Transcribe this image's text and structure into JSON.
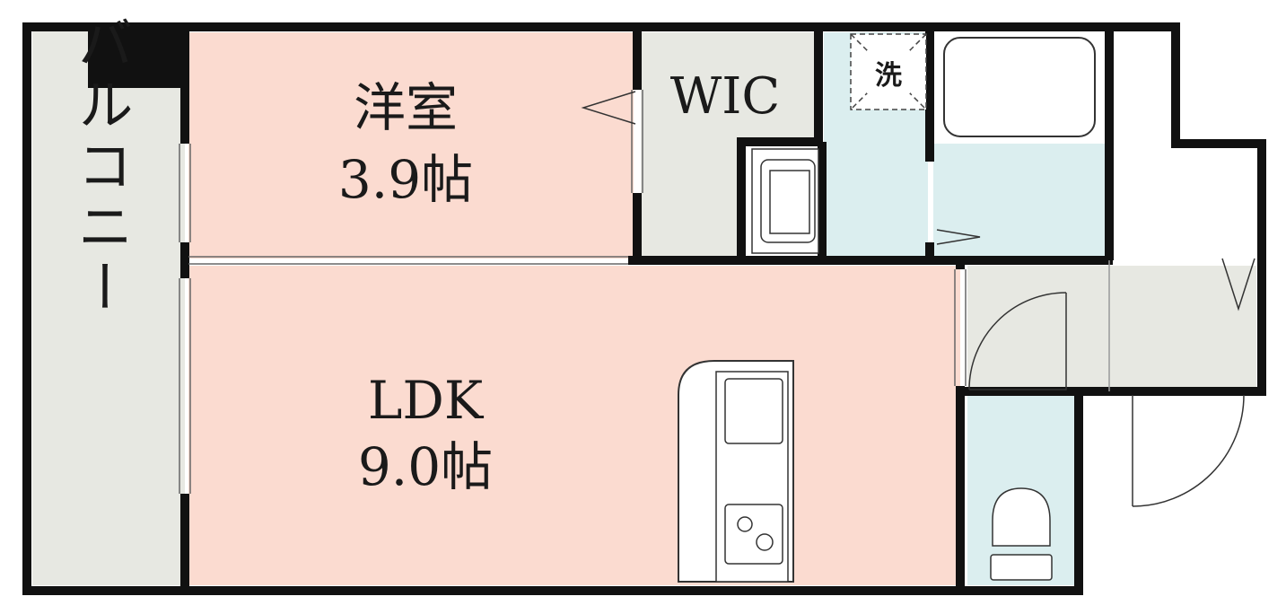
{
  "floorplan": {
    "balcony_label": "バルコニー",
    "western_room": {
      "name": "洋室",
      "size": "3.9帖"
    },
    "wic_label": "WIC",
    "ldk": {
      "name": "LDK",
      "size": "9.0帖"
    },
    "washer_label": "洗"
  },
  "colors": {
    "balcony": "#e7e8e2",
    "room_pink": "#fbdbd0",
    "wic": "#e7e8e2",
    "wet_blue": "#dbeeef",
    "hall_gray": "#e7e8e2",
    "wall": "#111111"
  }
}
